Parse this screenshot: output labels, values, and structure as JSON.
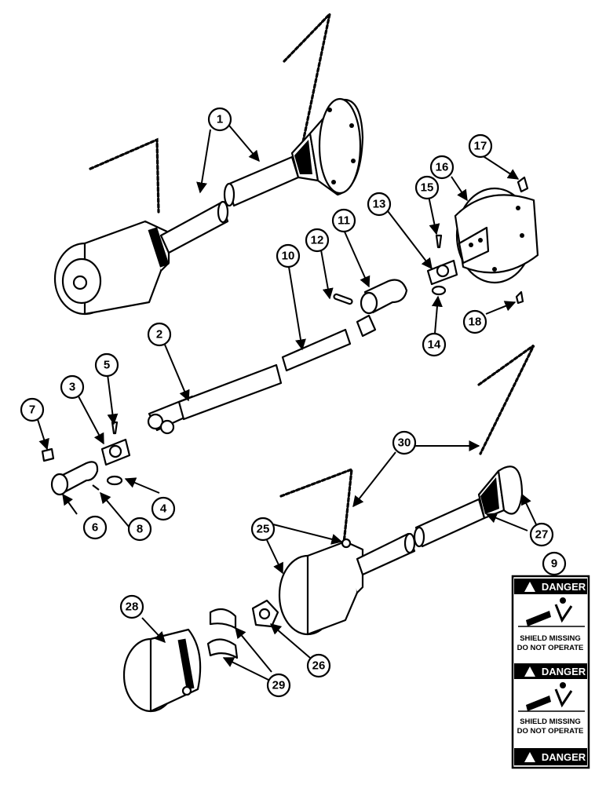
{
  "callouts": [
    "1",
    "2",
    "3",
    "4",
    "5",
    "6",
    "7",
    "8",
    "9",
    "10",
    "11",
    "12",
    "13",
    "14",
    "15",
    "16",
    "17",
    "18",
    "25",
    "26",
    "27",
    "28",
    "29",
    "30"
  ],
  "decal": {
    "danger_label": "DANGER",
    "warning_line1": "SHIELD MISSING",
    "warning_line2": "DO NOT OPERATE"
  }
}
